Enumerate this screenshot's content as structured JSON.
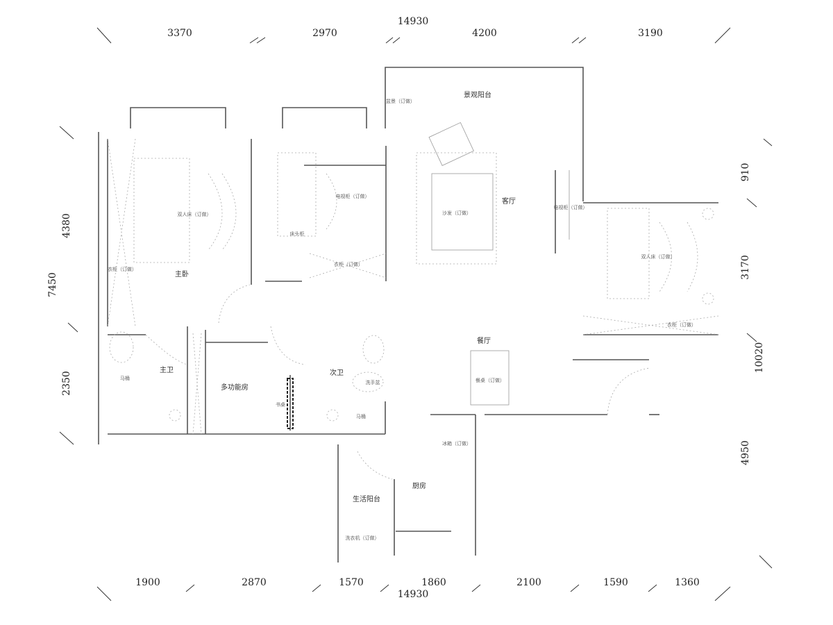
{
  "dimensions": {
    "top_total": "14930",
    "top": [
      "3370",
      "2970",
      "4200",
      "3190"
    ],
    "bottom_total": "14930",
    "bottom": [
      "1900",
      "2870",
      "1570",
      "1860",
      "2100",
      "1590",
      "1360"
    ],
    "left_total": "7450",
    "left": [
      "4380",
      "2350"
    ],
    "right_total": "10020",
    "right": [
      "910",
      "3170",
      "4950"
    ]
  },
  "rooms": {
    "master_bedroom": "主卧",
    "landscape_balcony": "景观阳台",
    "living_room": "客厅",
    "dining_room": "餐厅",
    "master_bath": "主卫",
    "multi_room": "多功能房",
    "second_bath": "次卫",
    "kitchen": "厨房",
    "utility_balcony": "生活阳台"
  },
  "furniture": {
    "wardrobe_1": "衣柜（订做）",
    "bed_1": "双人床（订做）",
    "tv_1": "电视柜（订做）",
    "sofa": "沙发（订做）",
    "tv_cabinet": "电视柜（订做）",
    "bed_2": "双人床（订做）",
    "wardrobe_2": "衣柜（订做）",
    "wardrobe_3": "衣柜（订做）",
    "dining_table": "餐桌（订做）",
    "fridge": "冰箱（订做）",
    "washer": "洗衣机（订做）",
    "desk": "书桌",
    "toilet_1": "马桶",
    "toilet_2": "马桶",
    "basin": "洗手盆",
    "nightstand": "床头柜",
    "plant": "盆景（订做）"
  }
}
